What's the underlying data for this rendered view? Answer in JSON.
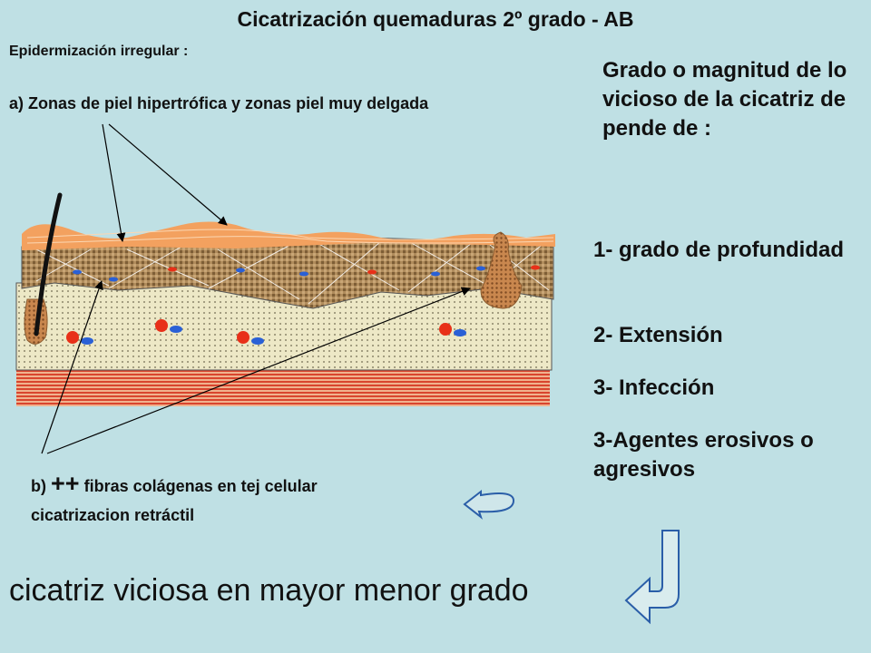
{
  "title": "Cicatrización quemaduras 2º grado - AB",
  "subtitle": "Epidermización irregular :",
  "point_a": "a) Zonas de piel hipertrófica y zonas piel muy delgada",
  "grado_heading": "Grado o magnitud de lo vicioso de la cicatriz de pende de :",
  "factors": [
    "1- grado de profundidad",
    "2- Extensión",
    "3- Infección",
    "3-Agentes erosivos o agresivos"
  ],
  "point_b": {
    "prefix": "b)",
    "emphasis": "++",
    "text": "fibras colágenas en tej celular",
    "line2": "cicatrizacion retráctil"
  },
  "conclusion": "cicatriz viciosa en mayor menor grado",
  "colors": {
    "background": "#bfe0e4",
    "epidermis": "#f3a15f",
    "dermis": "#9c7a4c",
    "hypodermis": "#ede8c6",
    "muscle": "#e2543a",
    "cell_red": "#e83018",
    "cell_blue": "#2a60d6"
  }
}
